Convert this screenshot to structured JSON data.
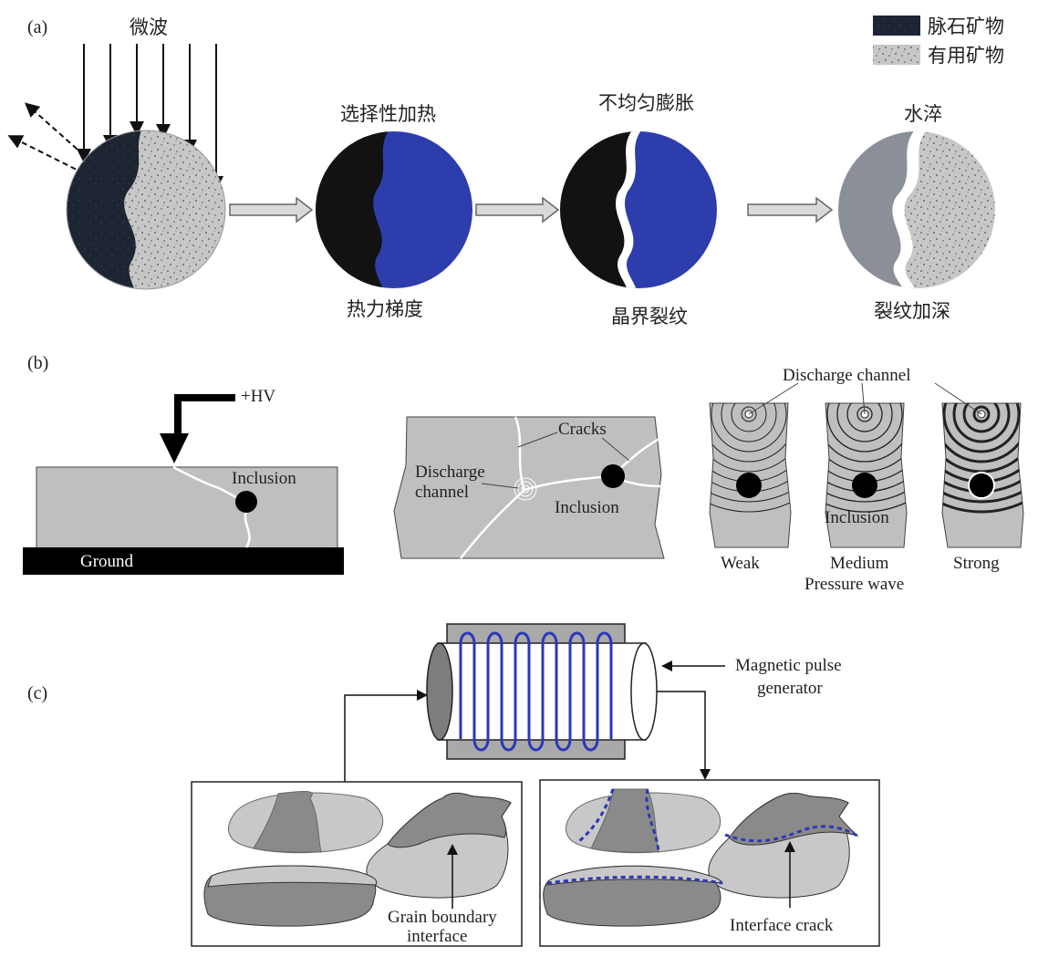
{
  "panel_a": {
    "label": "(a)",
    "microwave": "微波",
    "step1_top": "选择性加热",
    "step1_bottom": "热力梯度",
    "step2_top": "不均匀膨胀",
    "step2_bottom": "晶界裂纹",
    "step3_top": "水淬",
    "step3_bottom": "裂纹加深",
    "legend": [
      "脉石矿物",
      "有用矿物"
    ]
  },
  "panel_b": {
    "label": "(b)",
    "hv": "+HV",
    "inclusion": "Inclusion",
    "ground": "Ground",
    "cracks": "Cracks",
    "discharge_channel_1": "Discharge",
    "discharge_channel_2": "channel",
    "inclusion_2": "Inclusion",
    "discharge_channel_top": "Discharge channel",
    "inclusion_3": "Inclusion",
    "weak": "Weak",
    "medium": "Medium",
    "strong": "Strong",
    "pressure_wave": "Pressure wave"
  },
  "panel_c": {
    "label": "(c)",
    "generator_1": "Magnetic pulse",
    "generator_2": "generator",
    "grain_1": "Grain boundary",
    "grain_2": "interface",
    "interface_crack": "Interface crack"
  },
  "colors": {
    "gangue": "#1b2230",
    "blue": "#2a3aa6",
    "gray": "#b9b9b9",
    "dark_gray": "#8e8e8e",
    "coil": "#2b38b8"
  }
}
